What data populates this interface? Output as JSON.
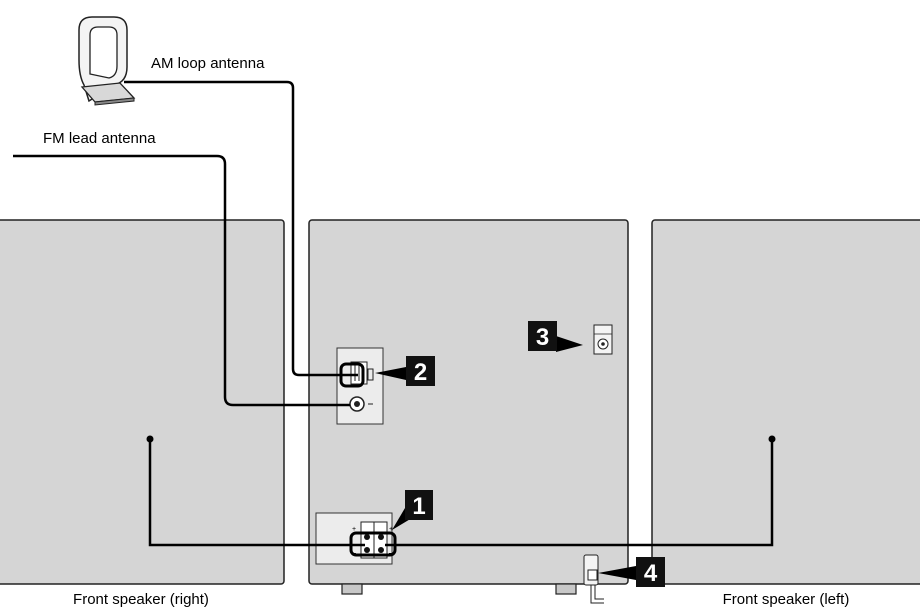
{
  "labels": {
    "am_antenna": "AM loop antenna",
    "fm_antenna": "FM lead antenna",
    "speaker_right": "Front speaker (right)",
    "speaker_left": "Front speaker (left)"
  },
  "callouts": {
    "one": "1",
    "two": "2",
    "three": "3",
    "four": "4"
  },
  "terminal_marks": {
    "plus": "+",
    "minus": "–"
  },
  "colors": {
    "panel_fill": "#d5d5d5",
    "outline": "#222222",
    "wire": "#000000",
    "callout_box": "#111111",
    "callout_text": "#ffffff"
  }
}
